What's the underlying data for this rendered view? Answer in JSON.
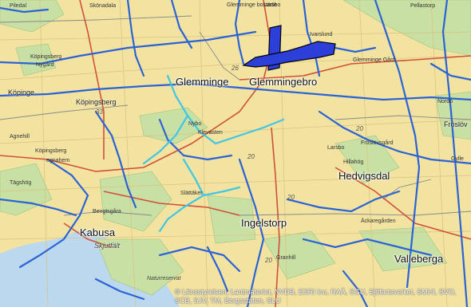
{
  "map": {
    "colors": {
      "land": "#f3e3a0",
      "forest": "#c9e0a5",
      "sea": "#bcd8ef",
      "field_lines": "#d8c27c",
      "ditch_blue": "#2b63d6",
      "ditch_cyan": "#3fc6e6",
      "road_red": "#d0503a",
      "road_grey": "#8a8a8a",
      "selected_area": "#2d3fd9"
    },
    "places": [
      {
        "name": "Piledal",
        "size": "sm"
      },
      {
        "name": "Skönadala",
        "size": "sm"
      },
      {
        "name": "Glemminge bostäde",
        "size": "sm"
      },
      {
        "name": "Larsbo",
        "size": "sm"
      },
      {
        "name": "Pellastorp",
        "size": "sm"
      },
      {
        "name": "Ivarslund",
        "size": "sm"
      },
      {
        "name": "Köpingsberg",
        "size": "sm"
      },
      {
        "name": "Nygård",
        "size": "sm"
      },
      {
        "name": "Köpinge",
        "size": "med"
      },
      {
        "name": "Glemminge",
        "size": "big"
      },
      {
        "name": "Glemmingebro",
        "size": "big"
      },
      {
        "name": "Glemminge Gård",
        "size": "sm"
      },
      {
        "name": "Köpingsberg",
        "size": "med"
      },
      {
        "name": "Nordö",
        "size": "sm"
      },
      {
        "name": "Fröslöv",
        "size": "med"
      },
      {
        "name": "Agnehill",
        "size": "sm"
      },
      {
        "name": "Nybo",
        "size": "sm"
      },
      {
        "name": "Köpingsberg",
        "size": "sm"
      },
      {
        "name": "egnahem",
        "size": "sm"
      },
      {
        "name": "Klevasten",
        "size": "sm"
      },
      {
        "name": "Larsbo",
        "size": "sm"
      },
      {
        "name": "Fröslövsgård",
        "size": "sm"
      },
      {
        "name": "Hillahög",
        "size": "sm"
      },
      {
        "name": "Gylle",
        "size": "sm"
      },
      {
        "name": "Tägshög",
        "size": "sm"
      },
      {
        "name": "Hedvigsdal",
        "size": "big"
      },
      {
        "name": "Slättäker",
        "size": "sm"
      },
      {
        "name": "Bengtsgåra",
        "size": "sm"
      },
      {
        "name": "Ingelstorp",
        "size": "big"
      },
      {
        "name": "Äckaregården",
        "size": "sm"
      },
      {
        "name": "Kabusa",
        "size": "big"
      },
      {
        "name": "Skjutfält",
        "size": "med"
      },
      {
        "name": "Granhill",
        "size": "sm"
      },
      {
        "name": "Valleberga",
        "size": "big"
      },
      {
        "name": "Naturreservat",
        "size": "sm"
      }
    ],
    "road_numbers": [
      "26",
      "33",
      "20",
      "20",
      "20",
      "20"
    ],
    "attribution": "© Länsstyrelsen, Lantmäteriet, NVDB, ESRI Inc, RAÄ, SGU, Sjöfartsverket, SMHI, SVO, SCB, SJV, TM, Bergsstaten, SLU"
  }
}
